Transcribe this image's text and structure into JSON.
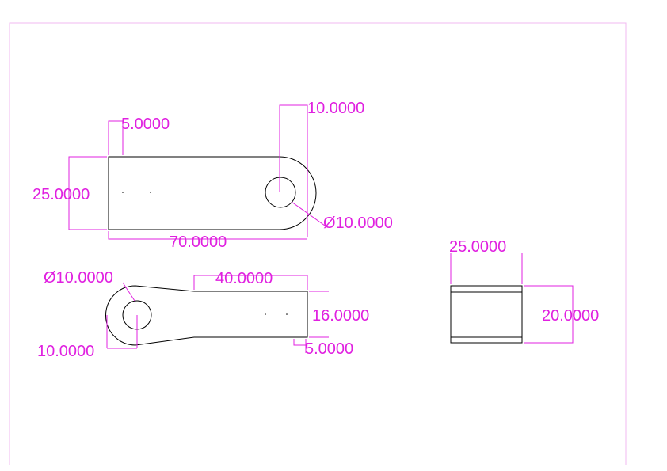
{
  "colors": {
    "geometry": "#000000",
    "dimension": "#e020e0",
    "frame": "#f0b8f0",
    "background": "#ffffff"
  },
  "views": {
    "top": {
      "offset": "5.0000",
      "hole_offset": "10.0000",
      "height": "25.0000",
      "length": "70.0000",
      "hole_diameter": "Ø10.0000"
    },
    "front": {
      "hole_diameter": "Ø10.0000",
      "length": "40.0000",
      "height": "16.0000",
      "hole_offset": "10.0000",
      "offset": "5.0000"
    },
    "side": {
      "width": "25.0000",
      "height": "20.0000"
    }
  }
}
